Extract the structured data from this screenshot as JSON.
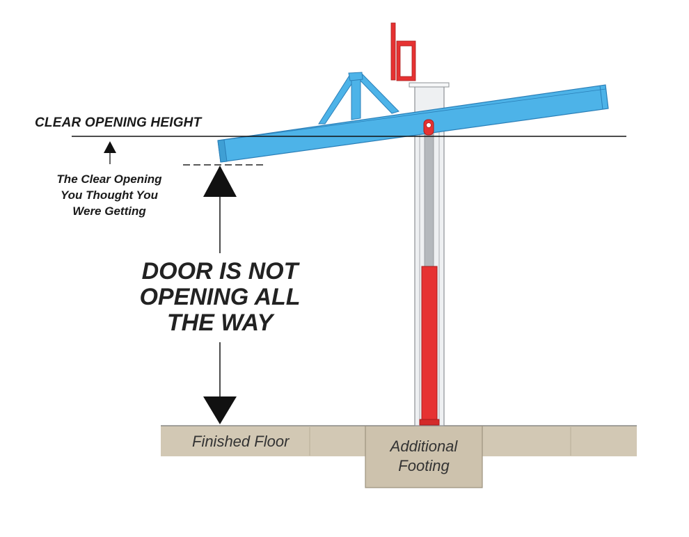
{
  "labels": {
    "clear_opening_height": "CLEAR OPENING HEIGHT",
    "thought_opening": [
      "The Clear Opening",
      "You Thought You",
      "Were Getting"
    ],
    "door_message": [
      "DOOR IS NOT",
      "OPENING ALL",
      "THE WAY"
    ],
    "finished_floor": "Finished Floor",
    "additional_footing": [
      "Additional",
      "Footing"
    ]
  },
  "colors": {
    "beam": "#4db3e8",
    "beam_edge": "#2a7fb8",
    "cylinder": "#e63232",
    "cylinder_edge": "#a81c1c",
    "post": "#eef0f2",
    "rod": "#b4b8bc",
    "concrete": "#d2c8b4",
    "text": "#1a1a1a"
  }
}
